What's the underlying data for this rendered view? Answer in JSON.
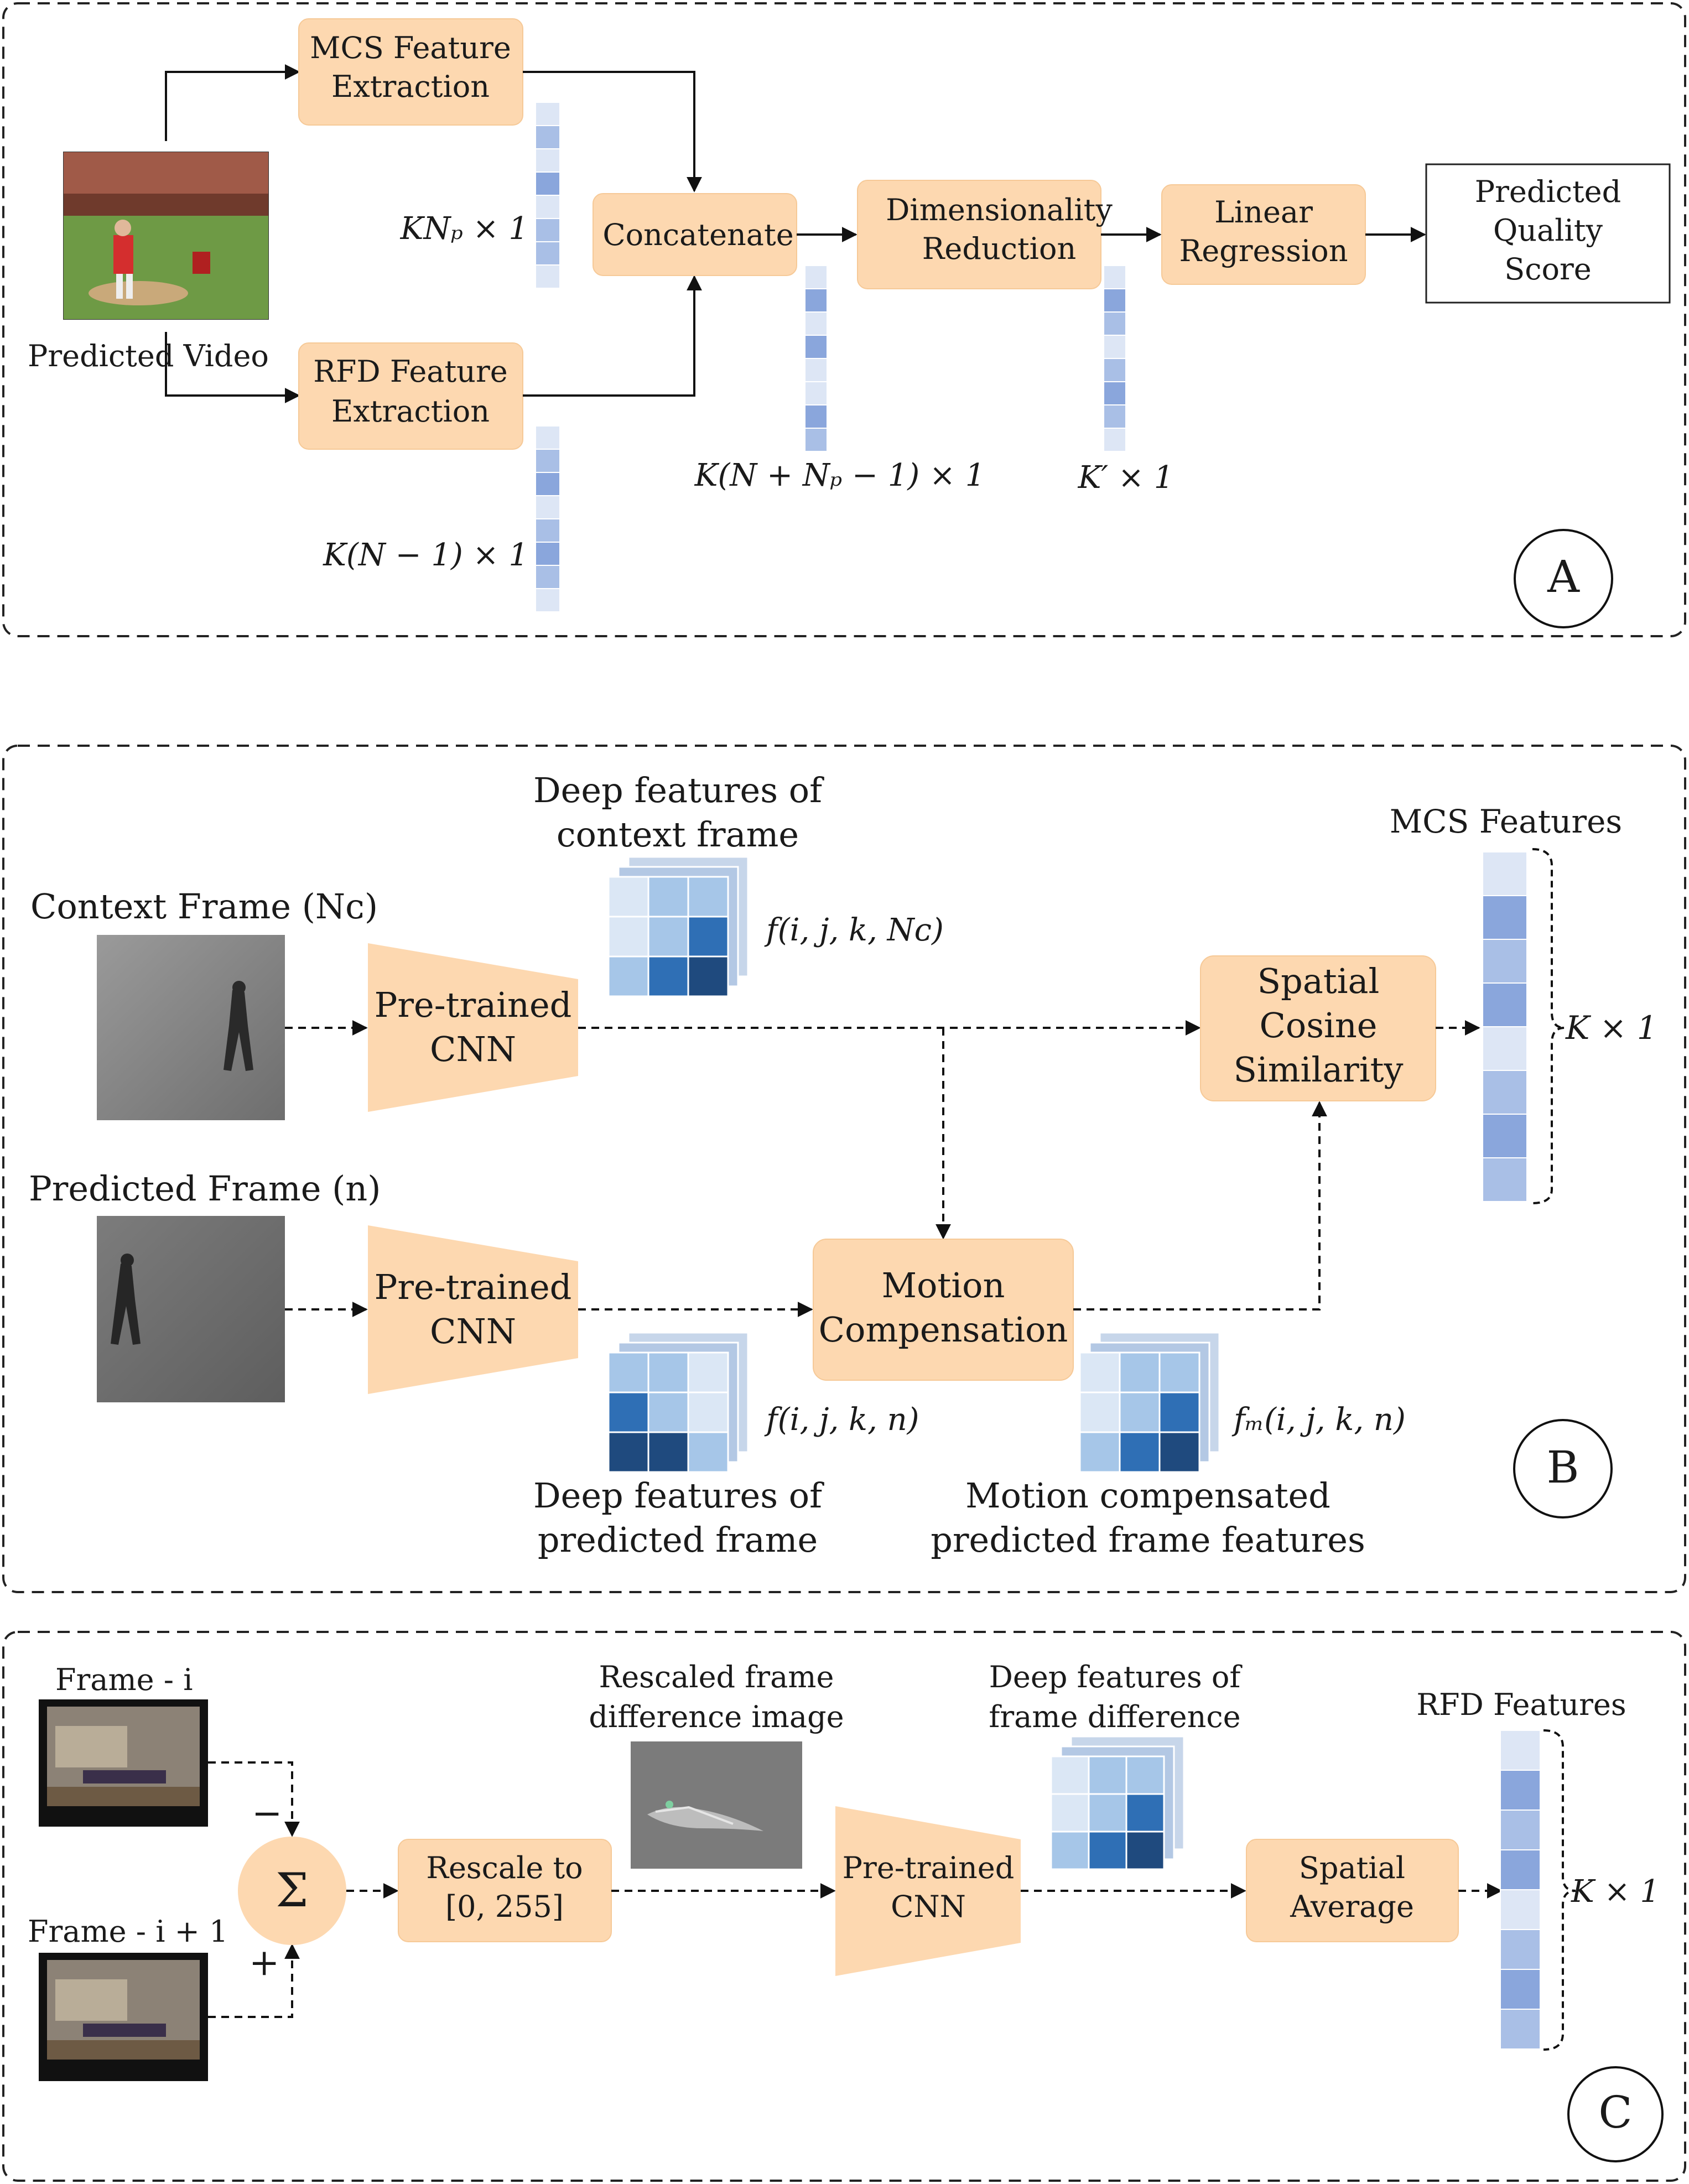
{
  "panels": {
    "a": {
      "label": "A",
      "predicted_video_label": "Predicted Video",
      "mcs_extraction": [
        "MCS Feature",
        "Extraction"
      ],
      "rfd_extraction": [
        "RFD Feature",
        "Extraction"
      ],
      "concatenate": "Concatenate",
      "dim_reduction": [
        "Dimensionality",
        "Reduction"
      ],
      "linear_regression": [
        "Linear",
        "Regression"
      ],
      "output": [
        "Predicted",
        "Quality",
        "Score"
      ],
      "dim_mcs": "KNₚ × 1",
      "dim_rfd": "K(N − 1) × 1",
      "dim_concat": "K(N + Nₚ − 1) × 1",
      "dim_reduced": "K′ × 1"
    },
    "b": {
      "label": "B",
      "context_frame": "Context Frame (Nᴄ)",
      "predicted_frame": "Predicted Frame (n)",
      "cnn_1": [
        "Pre-trained",
        "CNN"
      ],
      "cnn_2": [
        "Pre-trained",
        "CNN"
      ],
      "deep_context": [
        "Deep features of",
        "context frame"
      ],
      "f_context": "f(i, j, k, Nᴄ)",
      "deep_predicted": [
        "Deep features of",
        "predicted frame"
      ],
      "f_predicted": "f(i, j, k, n)",
      "motion_comp": [
        "Motion",
        "Compensation"
      ],
      "mc_features": [
        "Motion compensated",
        "predicted frame features"
      ],
      "f_mc": "fₘ(i, j, k, n)",
      "spatial_cosine": [
        "Spatial",
        "Cosine",
        "Similarity"
      ],
      "mcs_features": "MCS Features",
      "dim": "K × 1"
    },
    "c": {
      "label": "C",
      "frame_i": "Frame - i",
      "frame_i1": "Frame - i + 1",
      "minus": "−",
      "plus": "+",
      "sum": "Σ",
      "rescale": [
        "Rescale to",
        "[0, 255]"
      ],
      "rescaled_diff": [
        "Rescaled frame",
        "difference image"
      ],
      "cnn": [
        "Pre-trained",
        "CNN"
      ],
      "deep_diff": [
        "Deep features of",
        "frame difference"
      ],
      "spatial_avg": [
        "Spatial",
        "Average"
      ],
      "rfd_features": "RFD Features",
      "dim": "K × 1"
    }
  },
  "colors": {
    "box_fill": "#fdd8b0",
    "vector_light": "#dde6f5",
    "vector_mid": "#a9bfe6",
    "vector_dark": "#8aa6dc",
    "heat_light": "#dbe7f5",
    "heat_mid": "#a6c6e8",
    "heat_dark": "#2f6fb5",
    "heat_darkest": "#1f4a7e"
  }
}
